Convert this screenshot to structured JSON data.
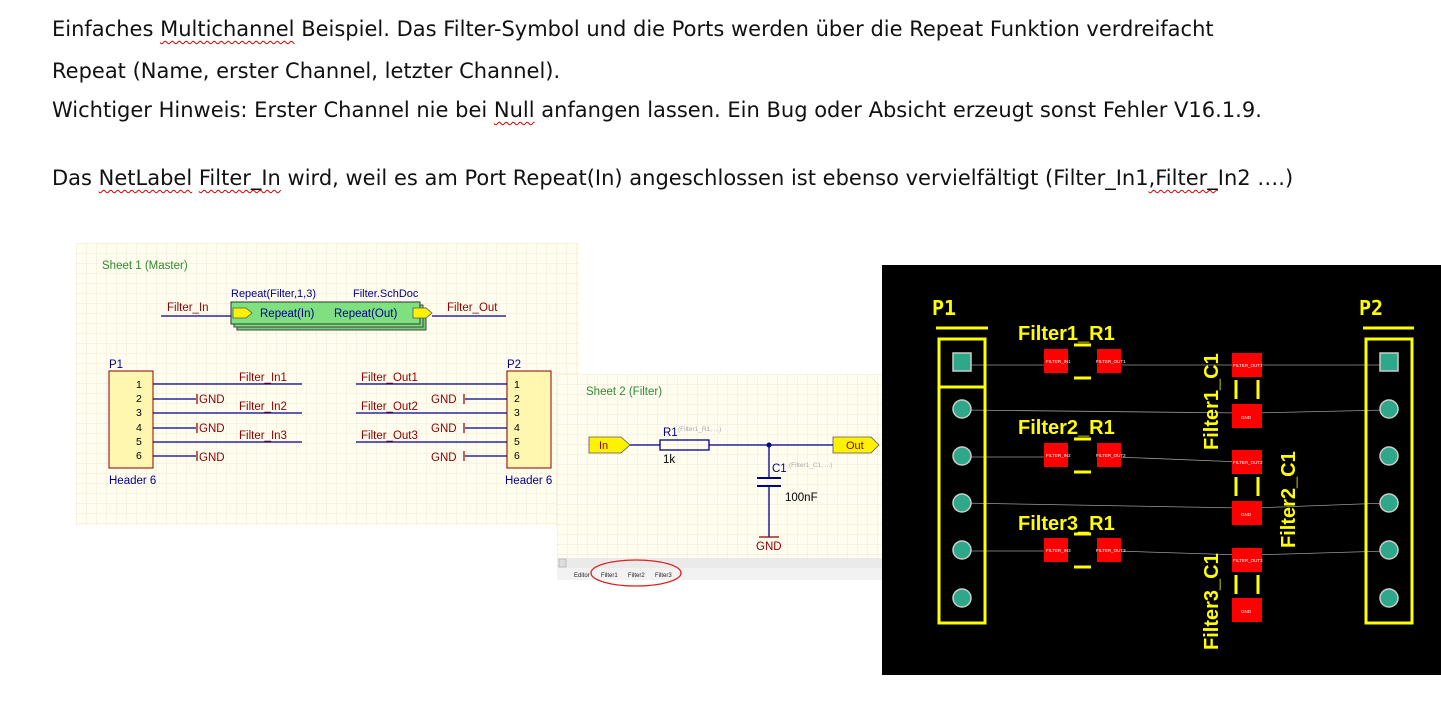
{
  "doc": {
    "line1": {
      "before": "Einfaches ",
      "sq1": "Multichannel",
      "after": " Beispiel. Das Filter-Symbol und die Ports werden über die Repeat Funktion verdreifacht"
    },
    "line2": "Repeat (Name, erster Channel, letzter Channel).",
    "line3": {
      "before": "Wichtiger Hinweis: Erster Channel nie bei ",
      "sq1": "Null",
      "after": " anfangen lassen. Ein Bug oder Absicht erzeugt sonst Fehler V16.1.9."
    },
    "line4": {
      "p1": "Das ",
      "sq1": "NetLabel",
      "p2": " ",
      "sq2": "Filter_In",
      "p3": " wird, weil es am Port Repeat(In) angeschlossen ist ebenso vervielfältigt (Filter_In1",
      "sq3": ",Filter_",
      "p4": "In2 ….)"
    }
  },
  "sheet1": {
    "title": "Sheet 1 (Master)",
    "repeat_label": "Repeat(Filter,1,3)",
    "file_label": "Filter.SchDoc",
    "net_in": "Filter_In",
    "net_out": "Filter_Out",
    "port_in": "Repeat(In)",
    "port_out": "Repeat(Out)",
    "p1_ref": "P1",
    "p1_name": "Header 6",
    "p2_ref": "P2",
    "p2_name": "Header 6",
    "pins": [
      "1",
      "2",
      "3",
      "4",
      "5",
      "6"
    ],
    "p1_nets": [
      "Filter_In1",
      "Filter_In2",
      "Filter_In3"
    ],
    "p2_nets": [
      "Filter_Out1",
      "Filter_Out2",
      "Filter_Out3"
    ],
    "gnd": "GND",
    "colors": {
      "bg": "#fffdf0",
      "symbol": "#fff6b0",
      "sheet_green": "#7fe07f",
      "wire": "#00008b",
      "label": "#8b0000",
      "title": "#2e8b2e"
    }
  },
  "sheet2": {
    "title": "Sheet 2 (Filter)",
    "port_in": "In",
    "port_out": "Out",
    "r_ref": "R1",
    "r_hint": "(Filter1_R1, ...)",
    "r_val": "1k",
    "c_ref": "C1",
    "c_hint": "(Filter1_C1, ...)",
    "c_val": "100nF",
    "gnd": "GND",
    "tabs": {
      "editor": "Editor",
      "t1": "Filter1",
      "t2": "Filter2",
      "t3": "Filter3"
    }
  },
  "pcb": {
    "p1": "P1",
    "p2": "P2",
    "r_labels": [
      "Filter1_R1",
      "Filter2_R1",
      "Filter3_R1"
    ],
    "c_labels": [
      "Filter1_C1",
      "Filter2_C1",
      "Filter3_C1"
    ],
    "pad_in": [
      "FILTER_IN1",
      "FILTER_IN2",
      "FILTER_IN3"
    ],
    "pad_out": [
      "FILTER_OUT1",
      "FILTER_OUT2",
      "FILTER_OUT3"
    ],
    "pad_gnd": "GND",
    "colors": {
      "silk": "#ffff00",
      "pad": "#ff0000",
      "via": "#2fa88a"
    }
  }
}
